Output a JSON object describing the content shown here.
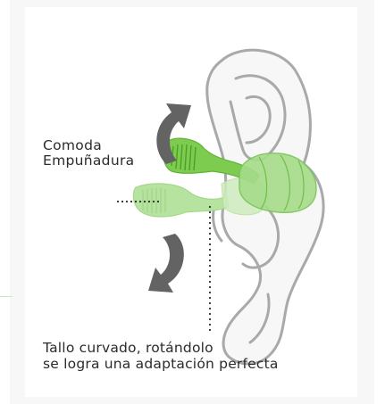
{
  "labels": {
    "grip_line1": "Comoda",
    "grip_line2": "Empuñadura",
    "stem_line1": "Tallo curvado, rotándolo",
    "stem_line2": "se logra una adaptación perfecta"
  },
  "colors": {
    "ear_outline": "#a7a9aa",
    "ear_fill": "#f7f7f7",
    "earpiece_front": "#7dcc4f",
    "earpiece_back": "#b7e3a0",
    "eartip": "#a6dc8a",
    "arrow": "#636363",
    "text": "#2b2b2b",
    "panel_bg": "#f6f7f6"
  },
  "icons": {
    "rotate_up": "curved-arrow-up-icon",
    "rotate_down": "curved-arrow-down-icon"
  }
}
